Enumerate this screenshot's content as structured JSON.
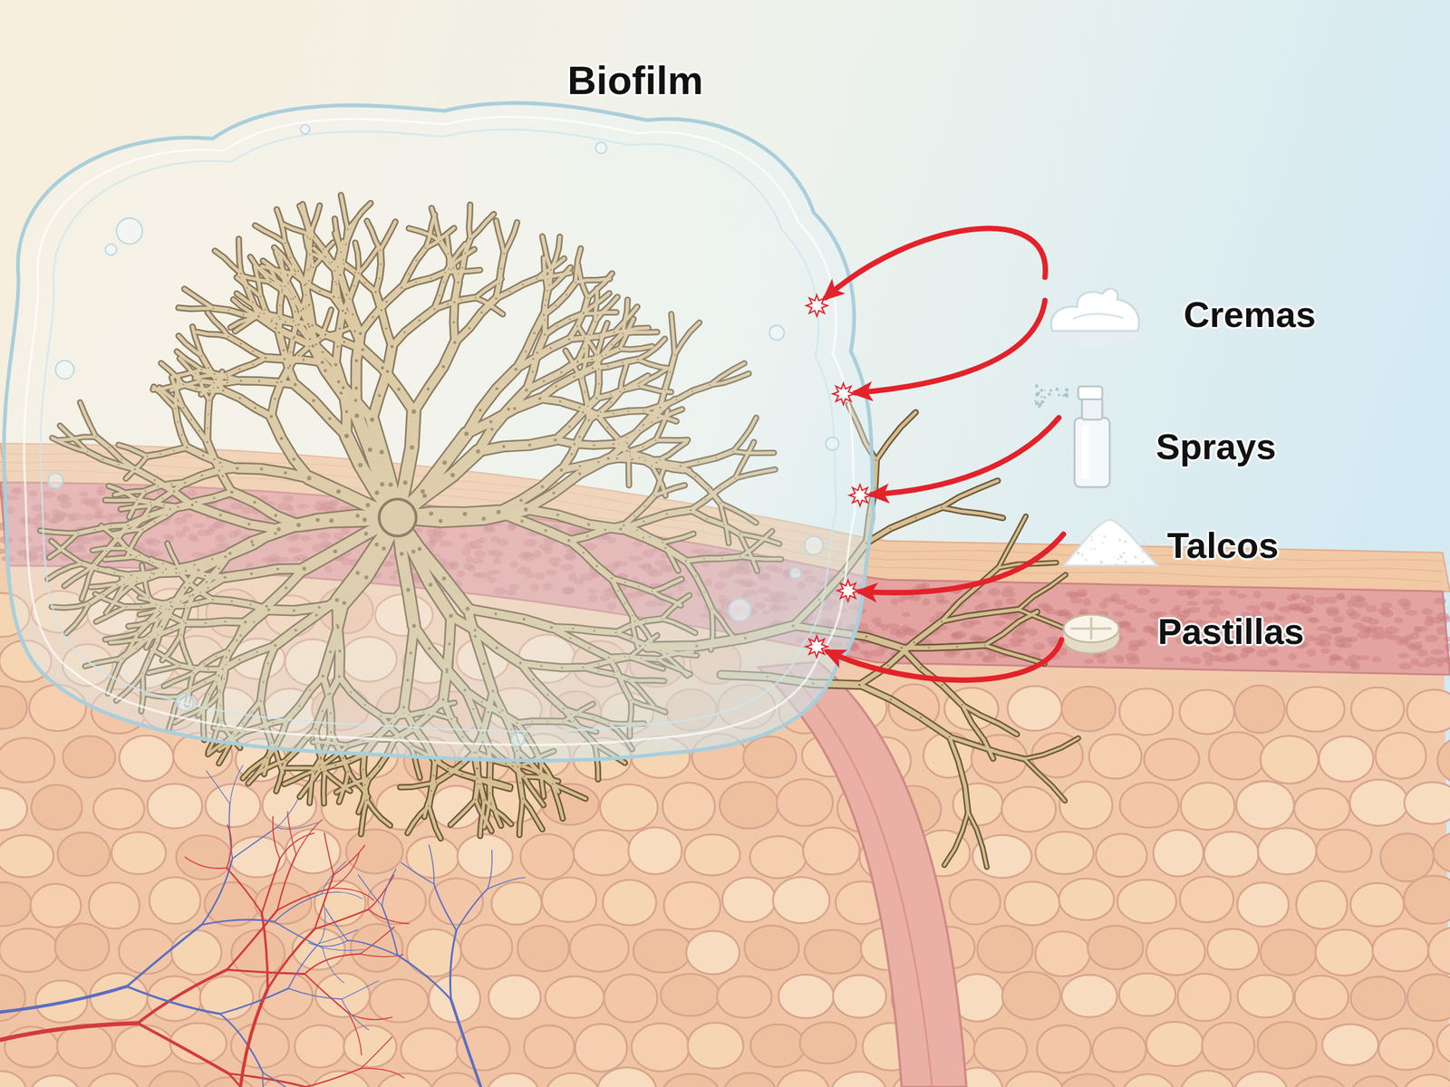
{
  "diagram": {
    "nodes": [
      {
        "text": [
          "Biofilm"
        ]
      },
      {
        "text": [
          "Cremas"
        ]
      },
      {
        "text": [
          "Sprays"
        ]
      },
      {
        "text": [
          "Talcos"
        ]
      },
      {
        "text": [
          "Pastillas"
        ]
      }
    ],
    "edges": [
      {
        "from": 1,
        "to": 0,
        "arrow": "to"
      },
      {
        "from": 1,
        "to": 0,
        "arrow": "to"
      },
      {
        "from": 2,
        "to": 0,
        "arrow": "to"
      },
      {
        "from": 3,
        "to": 0,
        "arrow": "to"
      },
      {
        "from": 4,
        "to": 0,
        "arrow": "to"
      }
    ]
  }
}
